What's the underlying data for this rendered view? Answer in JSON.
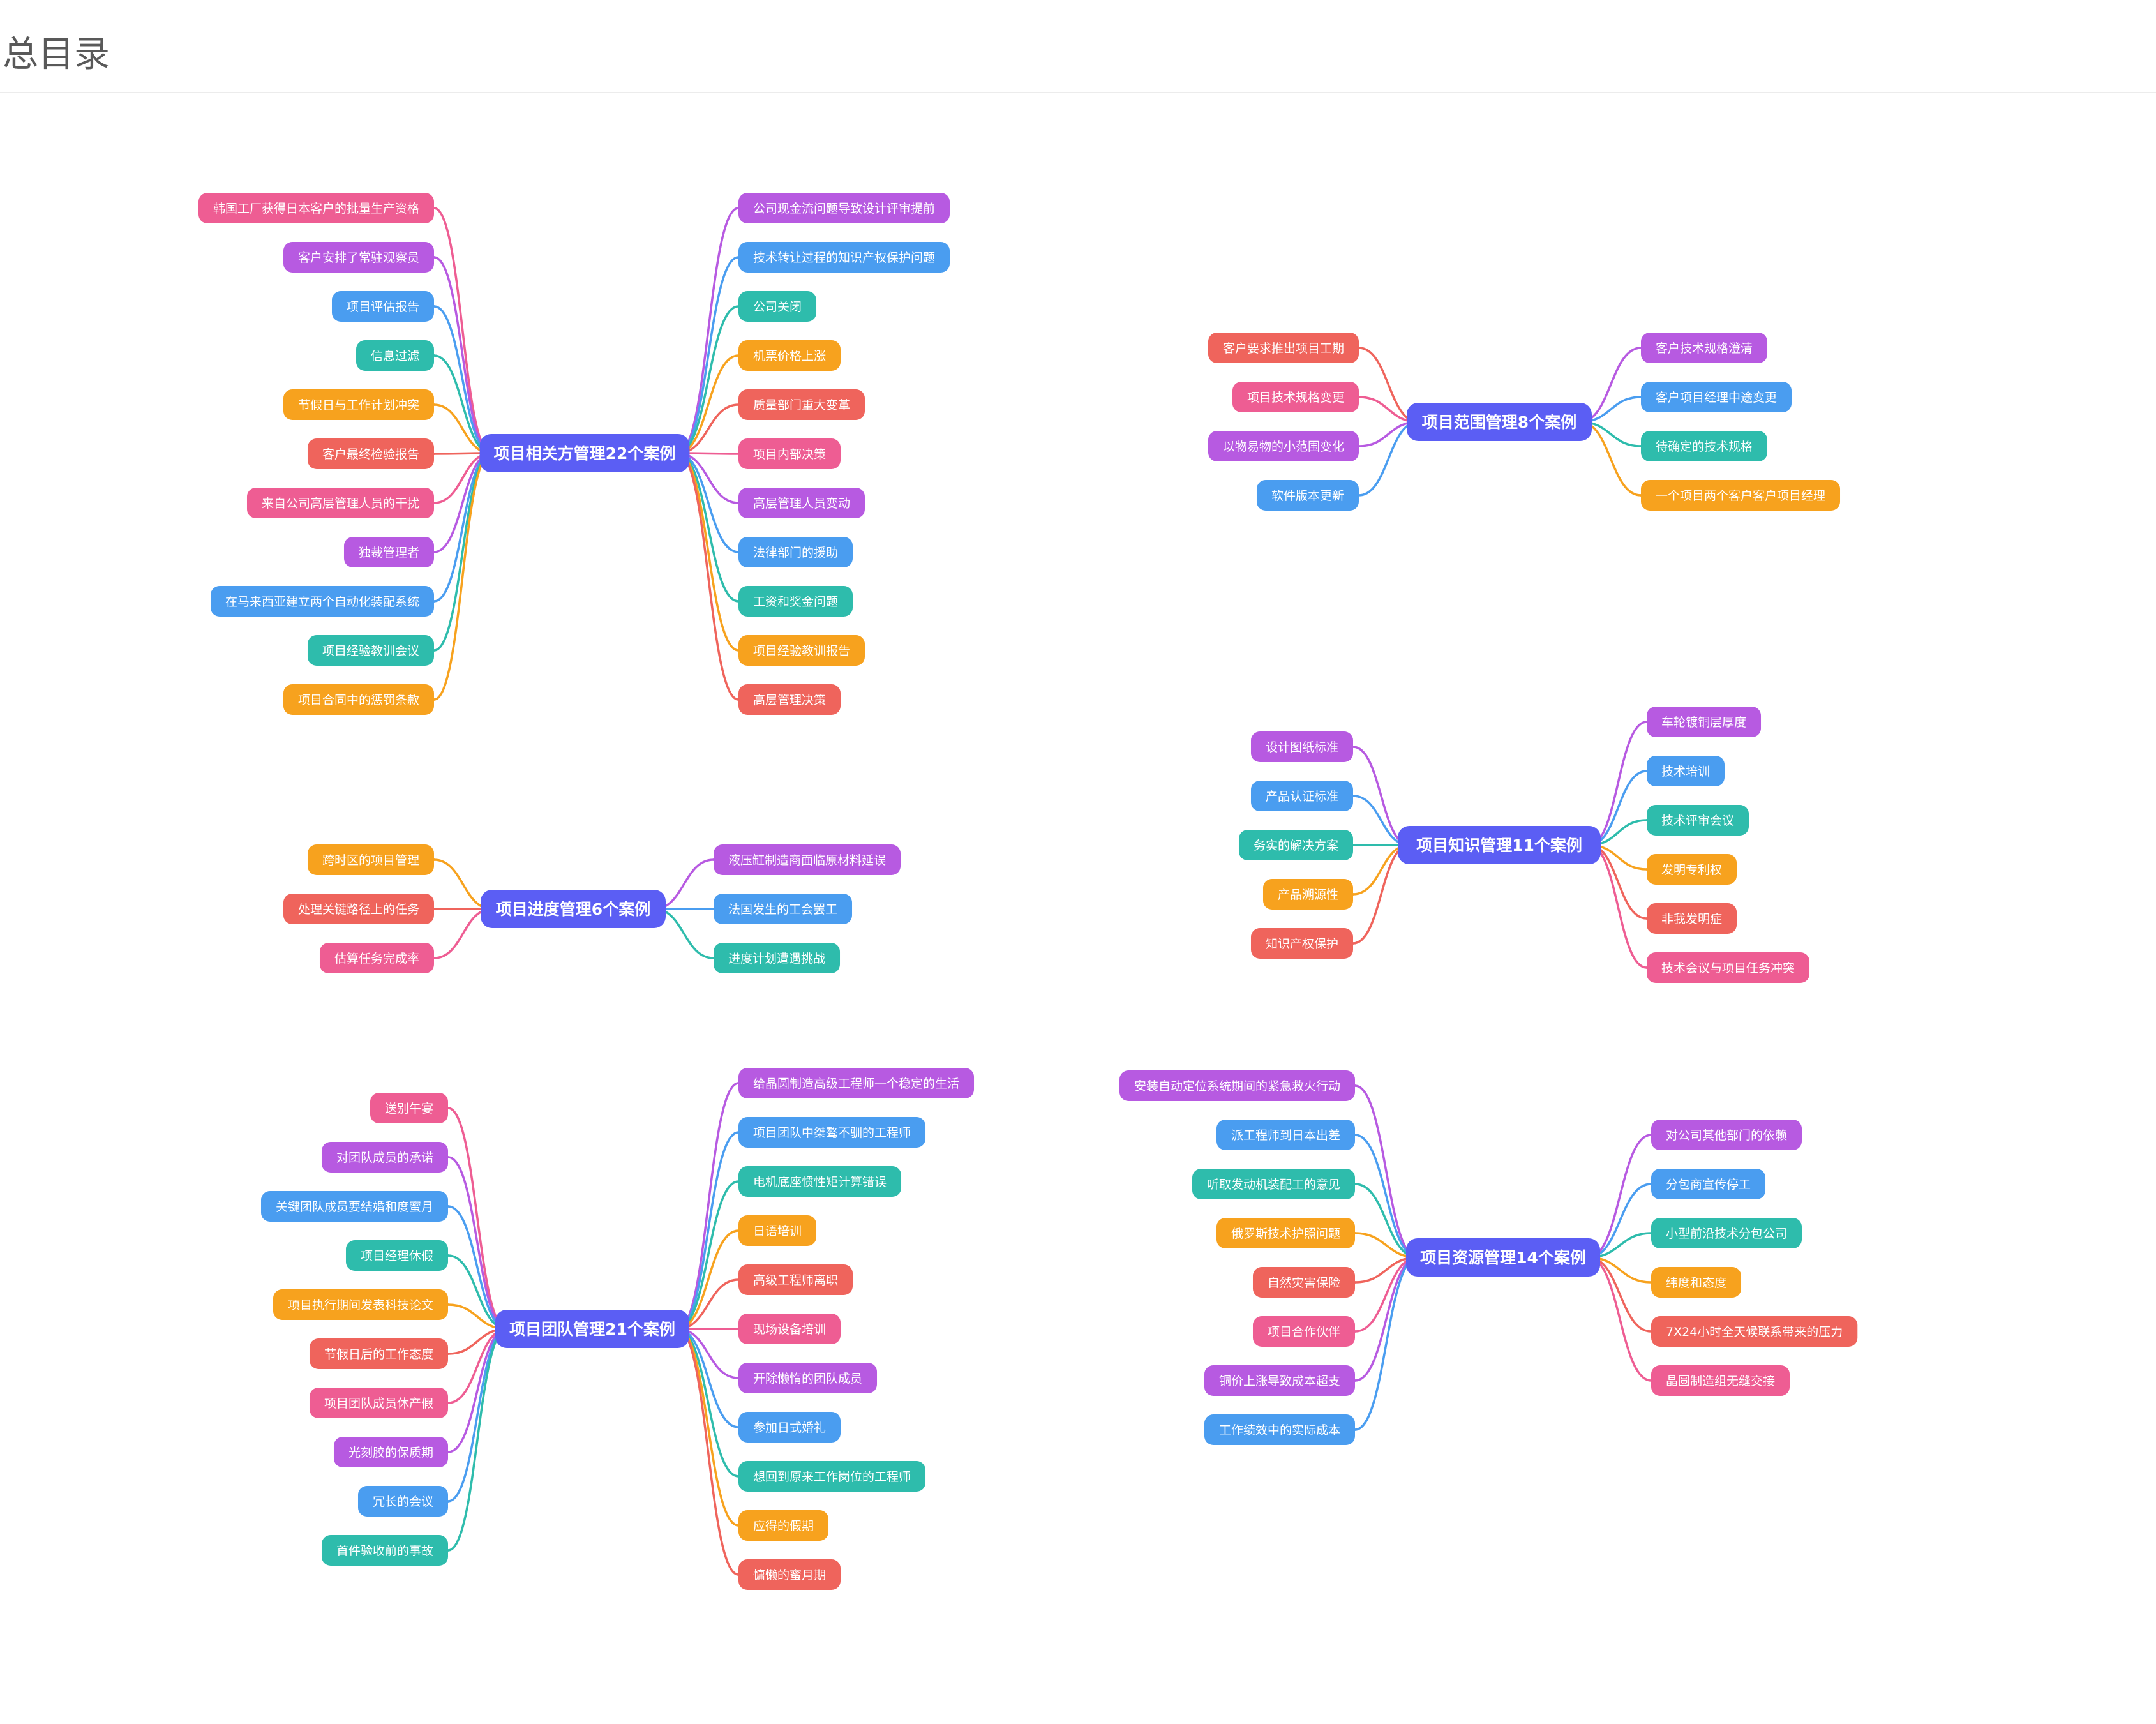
{
  "title": "总目录",
  "colors": {
    "root": "#5b5ef4",
    "pink": "#ee5d93",
    "purple": "#b75ae1",
    "blue": "#4a9df0",
    "teal": "#2ebcac",
    "orange": "#f7a21e",
    "red": "#ef645c"
  },
  "mindmaps": [
    {
      "root": "项目相关方管理22个案例",
      "left": [
        {
          "label": "韩国工厂获得日本客户的批量生产资格",
          "color": "pink"
        },
        {
          "label": "客户安排了常驻观察员",
          "color": "purple"
        },
        {
          "label": "项目评估报告",
          "color": "blue"
        },
        {
          "label": "信息过滤",
          "color": "teal"
        },
        {
          "label": "节假日与工作计划冲突",
          "color": "orange"
        },
        {
          "label": "客户最终检验报告",
          "color": "red"
        },
        {
          "label": "来自公司高层管理人员的干扰",
          "color": "pink"
        },
        {
          "label": "独裁管理者",
          "color": "purple"
        },
        {
          "label": "在马来西亚建立两个自动化装配系统",
          "color": "blue"
        },
        {
          "label": "项目经验教训会议",
          "color": "teal"
        },
        {
          "label": "项目合同中的惩罚条款",
          "color": "orange"
        }
      ],
      "right": [
        {
          "label": "公司现金流问题导致设计评审提前",
          "color": "purple"
        },
        {
          "label": "技术转让过程的知识产权保护问题",
          "color": "blue"
        },
        {
          "label": "公司关闭",
          "color": "teal"
        },
        {
          "label": "机票价格上涨",
          "color": "orange"
        },
        {
          "label": "质量部门重大变革",
          "color": "red"
        },
        {
          "label": "项目内部决策",
          "color": "pink"
        },
        {
          "label": "高层管理人员变动",
          "color": "purple"
        },
        {
          "label": "法律部门的援助",
          "color": "blue"
        },
        {
          "label": "工资和奖金问题",
          "color": "teal"
        },
        {
          "label": "项目经验教训报告",
          "color": "orange"
        },
        {
          "label": "高层管理决策",
          "color": "red"
        }
      ]
    },
    {
      "root": "项目范围管理8个案例",
      "left": [
        {
          "label": "客户要求推出项目工期",
          "color": "red"
        },
        {
          "label": "项目技术规格变更",
          "color": "pink"
        },
        {
          "label": "以物易物的小范围变化",
          "color": "purple"
        },
        {
          "label": "软件版本更新",
          "color": "blue"
        }
      ],
      "right": [
        {
          "label": "客户技术规格澄清",
          "color": "purple"
        },
        {
          "label": "客户项目经理中途变更",
          "color": "blue"
        },
        {
          "label": "待确定的技术规格",
          "color": "teal"
        },
        {
          "label": "一个项目两个客户客户项目经理",
          "color": "orange"
        }
      ]
    },
    {
      "root": "项目进度管理6个案例",
      "left": [
        {
          "label": "跨时区的项目管理",
          "color": "orange"
        },
        {
          "label": "处理关键路径上的任务",
          "color": "red"
        },
        {
          "label": "估算任务完成率",
          "color": "pink"
        }
      ],
      "right": [
        {
          "label": "液压缸制造商面临原材料延误",
          "color": "purple"
        },
        {
          "label": "法国发生的工会罢工",
          "color": "blue"
        },
        {
          "label": "进度计划遭遇挑战",
          "color": "teal"
        }
      ]
    },
    {
      "root": "项目知识管理11个案例",
      "left": [
        {
          "label": "设计图纸标准",
          "color": "purple"
        },
        {
          "label": "产品认证标准",
          "color": "blue"
        },
        {
          "label": "务实的解决方案",
          "color": "teal"
        },
        {
          "label": "产品溯源性",
          "color": "orange"
        },
        {
          "label": "知识产权保护",
          "color": "red"
        }
      ],
      "right": [
        {
          "label": "车轮镀铜层厚度",
          "color": "purple"
        },
        {
          "label": "技术培训",
          "color": "blue"
        },
        {
          "label": "技术评审会议",
          "color": "teal"
        },
        {
          "label": "发明专利权",
          "color": "orange"
        },
        {
          "label": "非我发明症",
          "color": "red"
        },
        {
          "label": "技术会议与项目任务冲突",
          "color": "pink"
        }
      ]
    },
    {
      "root": "项目团队管理21个案例",
      "left": [
        {
          "label": "送别午宴",
          "color": "pink"
        },
        {
          "label": "对团队成员的承诺",
          "color": "purple"
        },
        {
          "label": "关键团队成员要结婚和度蜜月",
          "color": "blue"
        },
        {
          "label": "项目经理休假",
          "color": "teal"
        },
        {
          "label": "项目执行期间发表科技论文",
          "color": "orange"
        },
        {
          "label": "节假日后的工作态度",
          "color": "red"
        },
        {
          "label": "项目团队成员休产假",
          "color": "pink"
        },
        {
          "label": "光刻胶的保质期",
          "color": "purple"
        },
        {
          "label": "冗长的会议",
          "color": "blue"
        },
        {
          "label": "首件验收前的事故",
          "color": "teal"
        }
      ],
      "right": [
        {
          "label": "给晶圆制造高级工程师一个稳定的生活",
          "color": "purple"
        },
        {
          "label": "项目团队中桀骜不驯的工程师",
          "color": "blue"
        },
        {
          "label": "电机底座惯性矩计算错误",
          "color": "teal"
        },
        {
          "label": "日语培训",
          "color": "orange"
        },
        {
          "label": "高级工程师离职",
          "color": "red"
        },
        {
          "label": "现场设备培训",
          "color": "pink"
        },
        {
          "label": "开除懒惰的团队成员",
          "color": "purple"
        },
        {
          "label": "参加日式婚礼",
          "color": "blue"
        },
        {
          "label": "想回到原来工作岗位的工程师",
          "color": "teal"
        },
        {
          "label": "应得的假期",
          "color": "orange"
        },
        {
          "label": "慵懒的蜜月期",
          "color": "red"
        }
      ]
    },
    {
      "root": "项目资源管理14个案例",
      "left": [
        {
          "label": "安装自动定位系统期间的紧急救火行动",
          "color": "purple"
        },
        {
          "label": "派工程师到日本出差",
          "color": "blue"
        },
        {
          "label": "听取发动机装配工的意见",
          "color": "teal"
        },
        {
          "label": "俄罗斯技术护照问题",
          "color": "orange"
        },
        {
          "label": "自然灾害保险",
          "color": "red"
        },
        {
          "label": "项目合作伙伴",
          "color": "pink"
        },
        {
          "label": "铜价上涨导致成本超支",
          "color": "purple"
        },
        {
          "label": "工作绩效中的实际成本",
          "color": "blue"
        }
      ],
      "right": [
        {
          "label": "对公司其他部门的依赖",
          "color": "purple"
        },
        {
          "label": "分包商宣传停工",
          "color": "blue"
        },
        {
          "label": "小型前沿技术分包公司",
          "color": "teal"
        },
        {
          "label": "纬度和态度",
          "color": "orange"
        },
        {
          "label": "7X24小时全天候联系带来的压力",
          "color": "red"
        },
        {
          "label": "晶圆制造组无缝交接",
          "color": "pink"
        }
      ]
    }
  ]
}
